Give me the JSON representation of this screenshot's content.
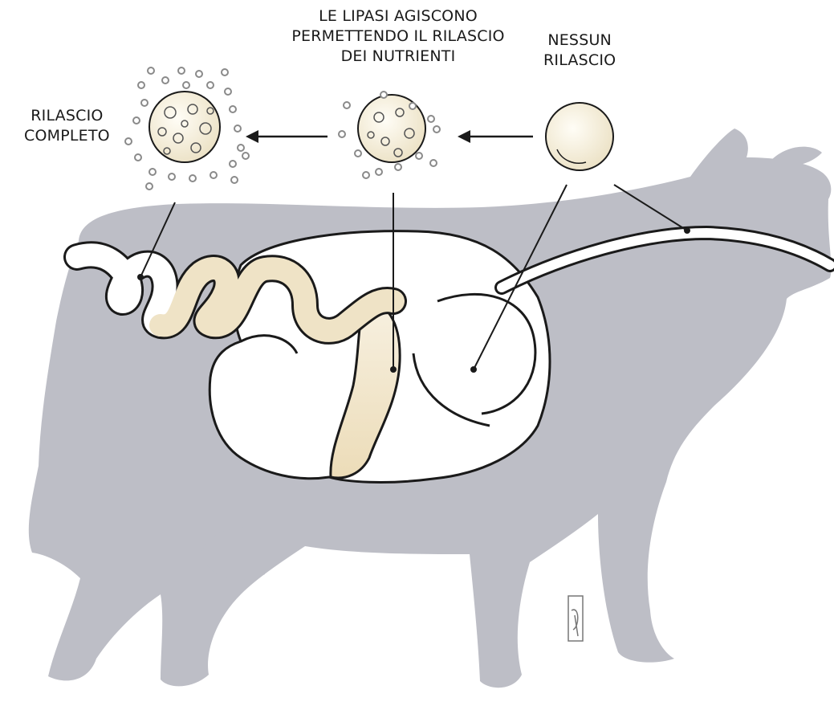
{
  "labels": {
    "complete_release": [
      "RILASCIO",
      "COMPLETO"
    ],
    "lipase_action": [
      "LE LIPASI AGISCONO",
      "PERMETTENDO IL RILASCIO",
      "DEI NUTRIENTI"
    ],
    "no_release": [
      "NESSUN",
      "RILASCIO"
    ]
  },
  "colors": {
    "cow_silhouette": "#bdbec6",
    "organ_fill": "#ffffff",
    "outline": "#1a1a1a",
    "digesta": "#efe3c6",
    "particle": "#9a9a9a",
    "capsule": "#f6f0df"
  }
}
